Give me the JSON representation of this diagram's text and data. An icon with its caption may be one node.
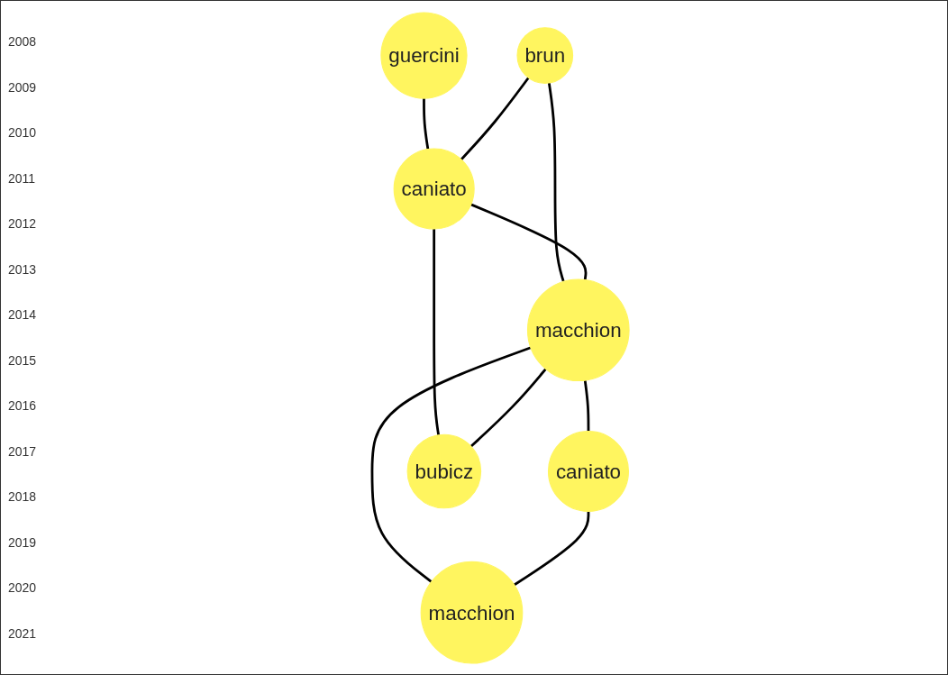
{
  "diagram": {
    "nodes": [
      {
        "text": [
          "brun"
        ]
      },
      {
        "text": [
          "guercini"
        ]
      },
      {
        "text": [
          "caniato"
        ]
      },
      {
        "text": [
          "macchion"
        ]
      },
      {
        "text": [
          "caniato"
        ]
      },
      {
        "text": [
          "macchion"
        ]
      },
      {
        "text": [
          "bubicz"
        ]
      }
    ],
    "edges": [
      {
        "from": 1,
        "to": 2,
        "arrow": "none"
      },
      {
        "from": 0,
        "to": 2,
        "arrow": "none"
      },
      {
        "from": 0,
        "to": 3,
        "arrow": "none"
      },
      {
        "from": 2,
        "to": 3,
        "arrow": "none"
      },
      {
        "from": 3,
        "to": 4,
        "arrow": "none"
      },
      {
        "from": 2,
        "to": 6,
        "arrow": "none"
      },
      {
        "from": 3,
        "to": 6,
        "arrow": "none"
      },
      {
        "from": 3,
        "to": 5,
        "arrow": "none"
      },
      {
        "from": 4,
        "to": 5,
        "arrow": "none"
      }
    ],
    "labels": [
      "2008",
      "2009",
      "2010",
      "2011",
      "2012",
      "2013",
      "2014",
      "2015",
      "2016",
      "2017",
      "2018",
      "2019",
      "2020",
      "2021"
    ]
  }
}
